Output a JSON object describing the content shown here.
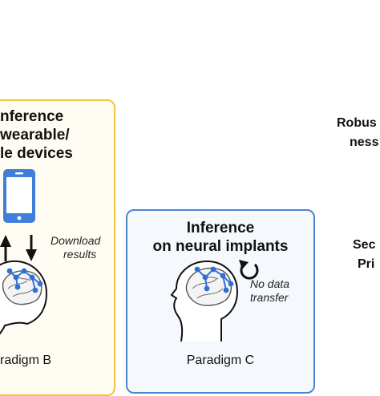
{
  "paradigm_b": {
    "title_line1": "nference",
    "title_line2": "wearable/",
    "title_line3": "le devices",
    "note_line1": "Download",
    "note_line2": "results",
    "caption": "radigm B"
  },
  "paradigm_c": {
    "title_line1": "Inference",
    "title_line2": "on neural implants",
    "note_line1": "No data",
    "note_line2": "transfer",
    "caption": "Paradigm C"
  },
  "right_labels": {
    "robust_line1": "Robus",
    "robust_line2": "ness",
    "secure_line1": "Sec",
    "secure_line2": "Pri"
  },
  "colors": {
    "box_b_border": "#f2c43a",
    "box_c_border": "#4a86cf",
    "phone_blue": "#3f7fd9",
    "electrode_blue": "#2f6fd8"
  }
}
